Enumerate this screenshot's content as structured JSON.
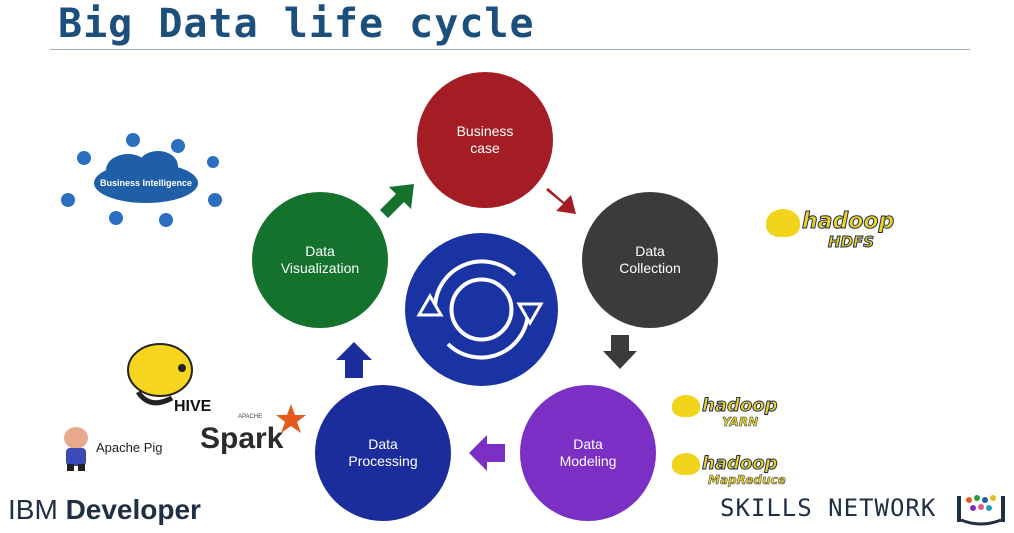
{
  "title": "Big Data life cycle",
  "stages": {
    "business_case": "Business\ncase",
    "data_collection": "Data\nCollection",
    "data_modeling": "Data\nModeling",
    "data_processing": "Data\nProcessing",
    "data_visualization": "Data\nVisualization"
  },
  "colors": {
    "business_case": "#a51d24",
    "data_collection": "#3b3b3b",
    "data_modeling": "#7b2fc4",
    "data_processing": "#1b2d9b",
    "data_visualization": "#14722c",
    "center": "#1a33a3",
    "title": "#1c4f7c"
  },
  "logos": {
    "business_intelligence": "Business Intelligence",
    "hadoop": "hadoop",
    "hdfs": "HDFS",
    "yarn": "YARN",
    "mapreduce": "MapReduce",
    "hive": "HIVE",
    "apache_small": "APACHE",
    "spark": "Spark",
    "apache_pig": "Apache Pig"
  },
  "footer": {
    "ibm": "IBM",
    "developer": "Developer",
    "skills_network": "SKILLS NETWORK"
  }
}
